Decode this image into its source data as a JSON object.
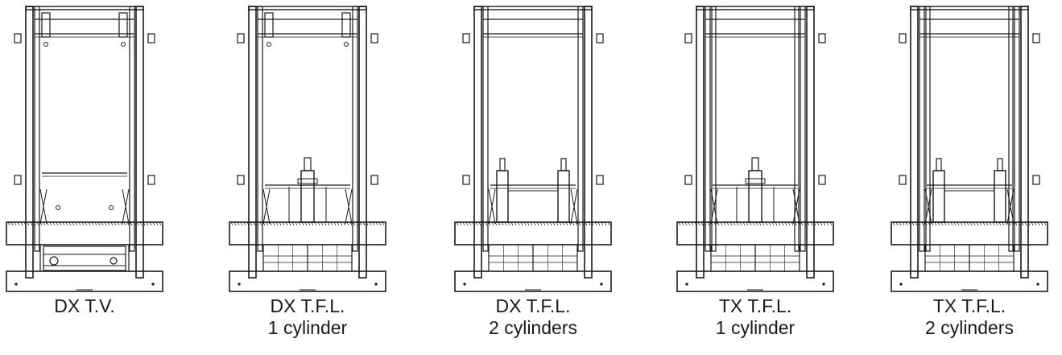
{
  "colors": {
    "ink": "#1a1a1a",
    "paper": "#ffffff"
  },
  "masts": [
    {
      "id": "dx-tv",
      "line1": "DX T.V.",
      "line2": "",
      "stages": 2,
      "cylinders": 0,
      "free_lift": false
    },
    {
      "id": "dx-tfl-1",
      "line1": "DX T.F.L.",
      "line2": "1 cylinder",
      "stages": 2,
      "cylinders": 1,
      "free_lift": true
    },
    {
      "id": "dx-tfl-2",
      "line1": "DX T.F.L.",
      "line2": "2 cylinders",
      "stages": 2,
      "cylinders": 2,
      "free_lift": true
    },
    {
      "id": "tx-tfl-1",
      "line1": "TX T.F.L.",
      "line2": "1 cylinder",
      "stages": 3,
      "cylinders": 1,
      "free_lift": true
    },
    {
      "id": "tx-tfl-2",
      "line1": "TX T.F.L.",
      "line2": "2 cylinders",
      "stages": 3,
      "cylinders": 2,
      "free_lift": true
    }
  ]
}
